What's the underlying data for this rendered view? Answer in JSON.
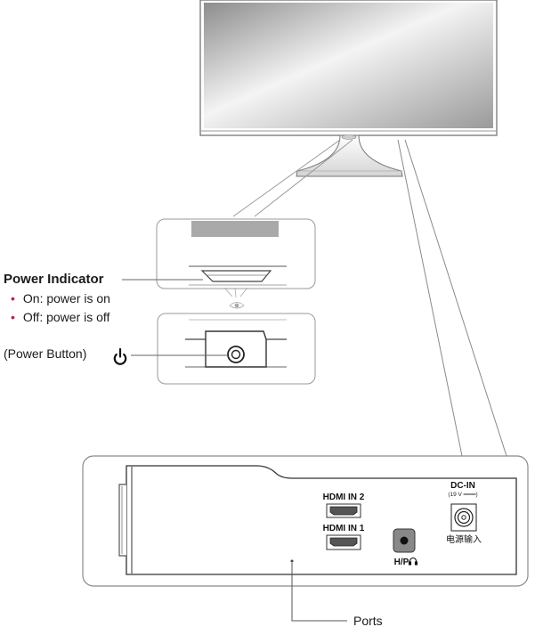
{
  "power_indicator": {
    "title": "Power Indicator",
    "items": [
      "On: power is on",
      "Off: power is off"
    ],
    "bullet_color": "#c4185b"
  },
  "power_button": {
    "label": "(Power Button)",
    "icon": "power-icon"
  },
  "ports_panel": {
    "hdmi2_label": "HDMI IN 2",
    "hdmi1_label": "HDMI IN 1",
    "hp_label": "H/P",
    "hp_icon": "headphone-icon",
    "dc_label": "DC-IN",
    "dc_rating": "(19 V ═══)",
    "dc_cn_label": "电源输入"
  },
  "ports_label": "Ports"
}
